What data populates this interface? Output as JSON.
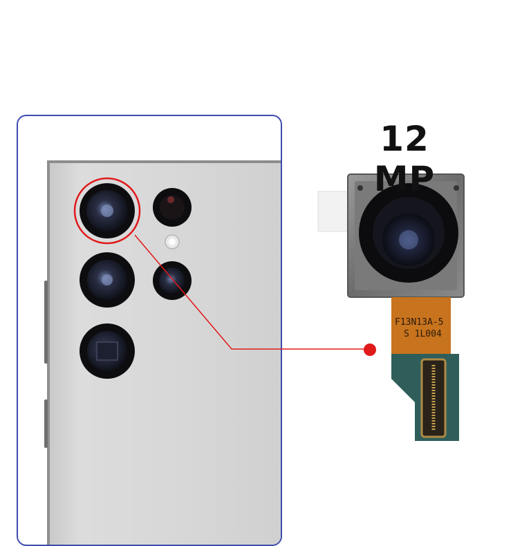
{
  "megapixel_label": "12 MP",
  "module_part_number_line1": "F13N13A-5",
  "module_part_number_line2": "S 1L004",
  "colors": {
    "frame_border": "#3d4bb0",
    "highlight": "#e0191b",
    "phone_body": "#d6d6d6",
    "flex_cable": "#c8731e",
    "connector_board": "#2f5e5a"
  }
}
